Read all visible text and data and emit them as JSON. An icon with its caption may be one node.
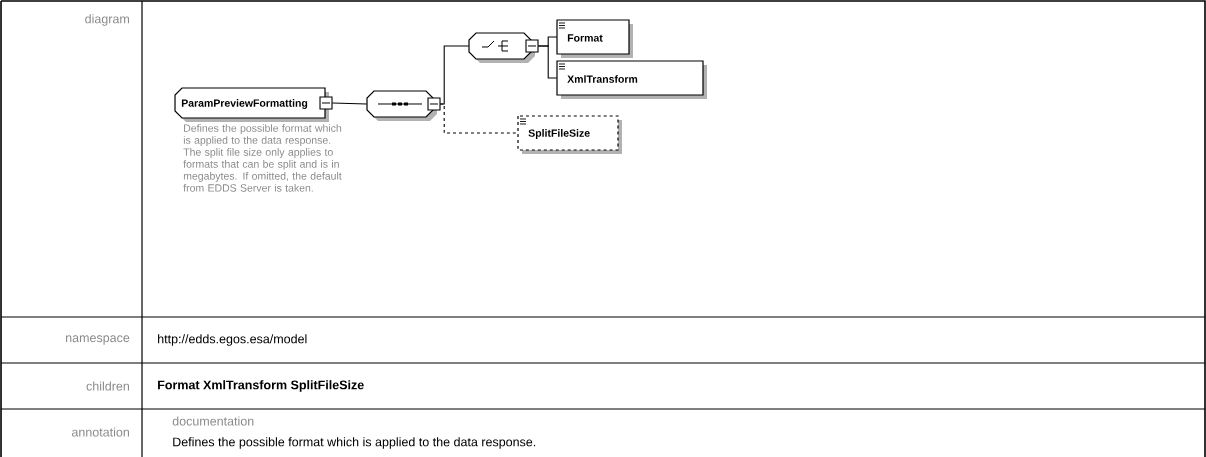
{
  "diagram": {
    "nodes": [
      {
        "text": [
          "ParamPreviewFormatting"
        ],
        "beside": [
          "Defines the possible format which is applied to the data response. The split file size only applies to formats that can be split and is in megabytes. If omitted, the default from EDDS Server is taken."
        ]
      },
      {
        "text": [],
        "shape": "octagon"
      },
      {
        "text": [],
        "shape": "octagon"
      },
      {
        "text": [
          "Format"
        ]
      },
      {
        "text": [
          "XmlTransform"
        ]
      },
      {
        "text": [
          "SplitFileSize"
        ]
      }
    ],
    "edges": [
      {
        "from": 0,
        "to": 1,
        "arrow": "none"
      },
      {
        "from": 1,
        "to": 2,
        "arrow": "none"
      },
      {
        "from": 1,
        "to": 5,
        "arrow": "none",
        "style": "dashed"
      },
      {
        "from": 2,
        "to": 3,
        "arrow": "none"
      },
      {
        "from": 2,
        "to": 4,
        "arrow": "none"
      }
    ],
    "labels": [
      "diagram",
      "namespace",
      "http://edds.egos.esa/model",
      "children",
      "Format XmlTransform SplitFileSize",
      "annotation",
      "documentation",
      "Defines the possible format which is applied to the data response."
    ]
  }
}
